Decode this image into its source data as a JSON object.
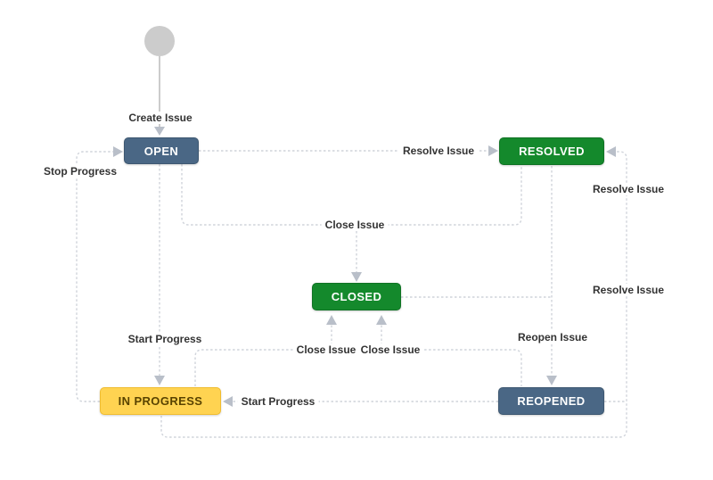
{
  "diagram": {
    "type": "workflow-state-diagram",
    "nodes": [
      {
        "id": "start",
        "label": "",
        "shape": "circle",
        "color": "#cccccc"
      },
      {
        "id": "open",
        "label": "OPEN",
        "shape": "rounded-rect",
        "color": "#4a6785",
        "text_color": "#ffffff"
      },
      {
        "id": "resolved",
        "label": "RESOLVED",
        "shape": "rounded-rect",
        "color": "#14892c",
        "text_color": "#ffffff"
      },
      {
        "id": "closed",
        "label": "CLOSED",
        "shape": "rounded-rect",
        "color": "#14892c",
        "text_color": "#ffffff"
      },
      {
        "id": "in-progress",
        "label": "IN PROGRESS",
        "shape": "rounded-rect",
        "color": "#ffd351",
        "text_color": "#594300"
      },
      {
        "id": "reopened",
        "label": "REOPENED",
        "shape": "rounded-rect",
        "color": "#4a6785",
        "text_color": "#ffffff"
      }
    ],
    "transitions": [
      {
        "id": "create-issue",
        "label": "Create Issue",
        "from": "start",
        "to": "open"
      },
      {
        "id": "stop-progress",
        "label": "Stop Progress",
        "from": "in-progress",
        "to": "open"
      },
      {
        "id": "resolve-issue-from-open",
        "label": "Resolve Issue",
        "from": "open",
        "to": "resolved"
      },
      {
        "id": "close-issue-top",
        "label": "Close Issue",
        "from": "open, resolved",
        "to": "closed"
      },
      {
        "id": "start-progress-from-open",
        "label": "Start Progress",
        "from": "open",
        "to": "in-progress"
      },
      {
        "id": "close-issue-from-in-progress",
        "label": "Close Issue",
        "from": "in-progress",
        "to": "closed"
      },
      {
        "id": "close-issue-from-reopened",
        "label": "Close Issue",
        "from": "reopened",
        "to": "closed"
      },
      {
        "id": "reopen-issue",
        "label": "Reopen Issue",
        "from": "resolved, closed",
        "to": "reopened"
      },
      {
        "id": "start-progress-from-reopened",
        "label": "Start Progress",
        "from": "reopened",
        "to": "in-progress"
      },
      {
        "id": "resolve-issue-right-upper",
        "label": "Resolve Issue",
        "from": "reopened",
        "to": "resolved"
      },
      {
        "id": "resolve-issue-right-lower",
        "label": "Resolve Issue",
        "from": "in-progress",
        "to": "resolved"
      }
    ],
    "colors": {
      "connector_line": "#cfd3da",
      "arrowhead": "#b9bfc9",
      "label_text": "#333333",
      "background": "#ffffff"
    }
  }
}
